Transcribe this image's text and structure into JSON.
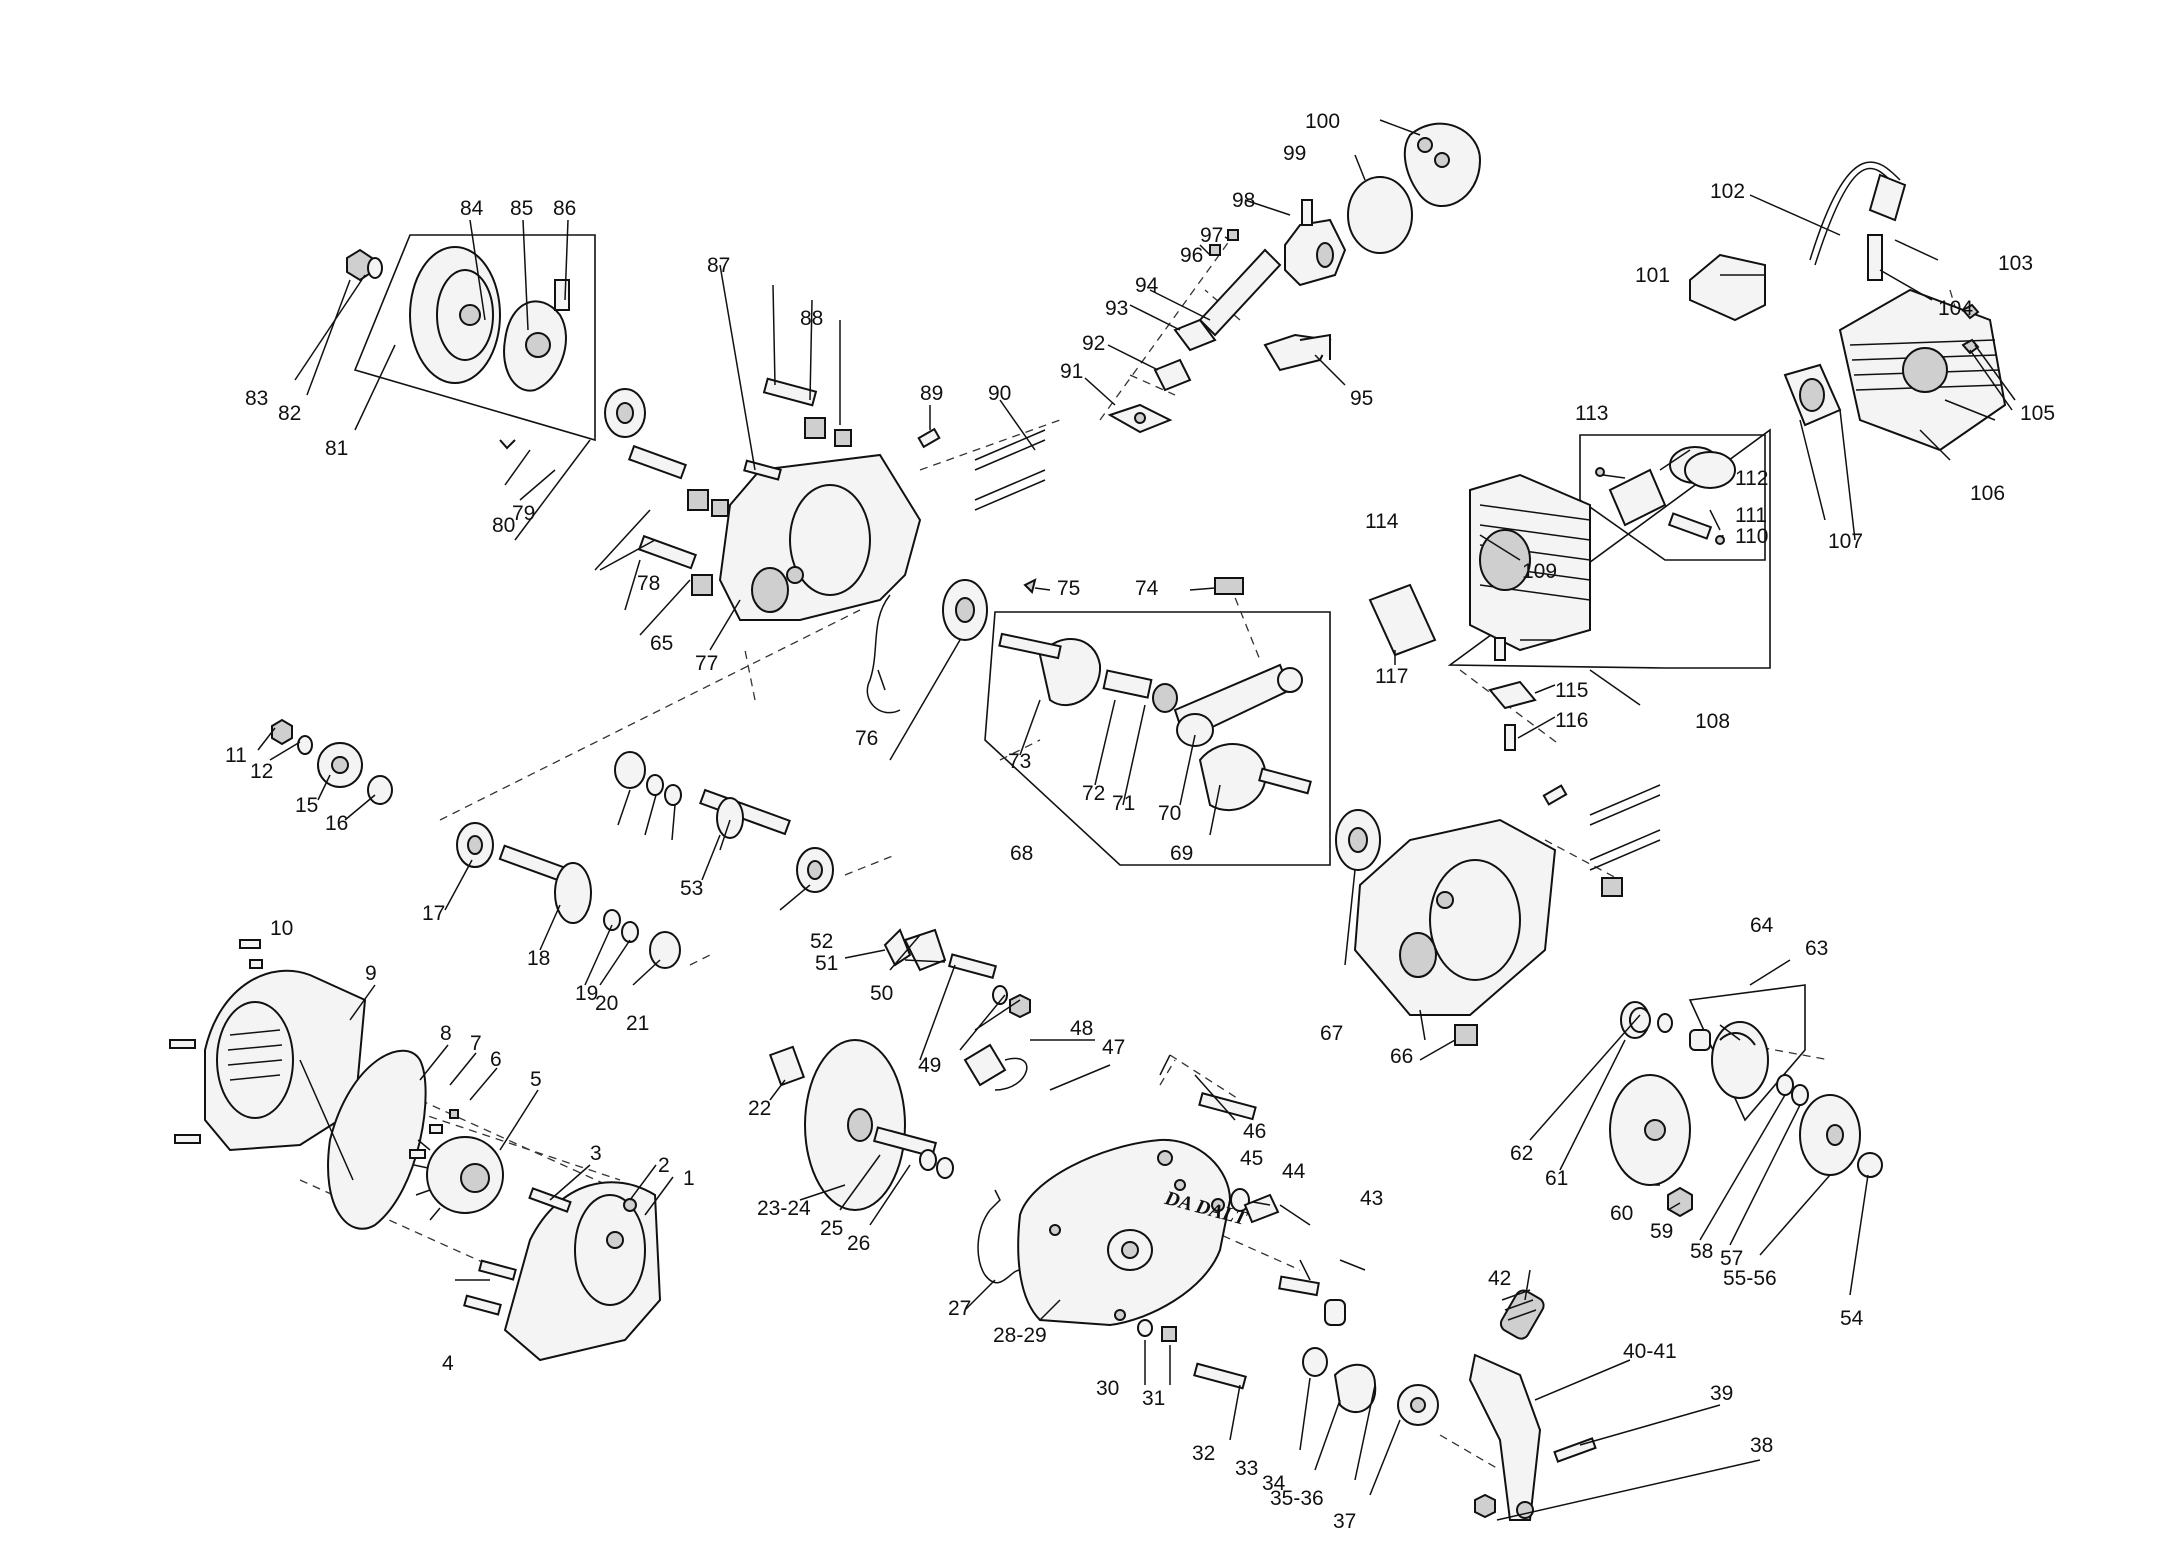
{
  "diagram": {
    "brand_logo": "DA DALT",
    "callout_labels": [
      "1",
      "2",
      "3",
      "4",
      "5",
      "6",
      "7",
      "8",
      "9",
      "10",
      "11",
      "12",
      "15",
      "16",
      "17",
      "18",
      "19",
      "20",
      "21",
      "22",
      "23-24",
      "25",
      "26",
      "27",
      "28-29",
      "30",
      "31",
      "32",
      "33",
      "34",
      "35-36",
      "37",
      "38",
      "39",
      "40-41",
      "42",
      "43",
      "44",
      "45",
      "46",
      "47",
      "48",
      "49",
      "50",
      "51",
      "52",
      "53",
      "54",
      "55-56",
      "57",
      "58",
      "59",
      "60",
      "61",
      "62",
      "63",
      "64",
      "65",
      "66",
      "67",
      "68",
      "69",
      "70",
      "71",
      "72",
      "73",
      "74",
      "75",
      "76",
      "77",
      "78",
      "79",
      "80",
      "81",
      "82",
      "83",
      "84",
      "85",
      "86",
      "87",
      "88",
      "89",
      "90",
      "91",
      "92",
      "93",
      "94",
      "95",
      "96",
      "97",
      "98",
      "99",
      "100",
      "101",
      "102",
      "103",
      "104",
      "105",
      "106",
      "107",
      "108",
      "109",
      "110",
      "111",
      "112",
      "113",
      "114",
      "115",
      "116",
      "117"
    ]
  }
}
